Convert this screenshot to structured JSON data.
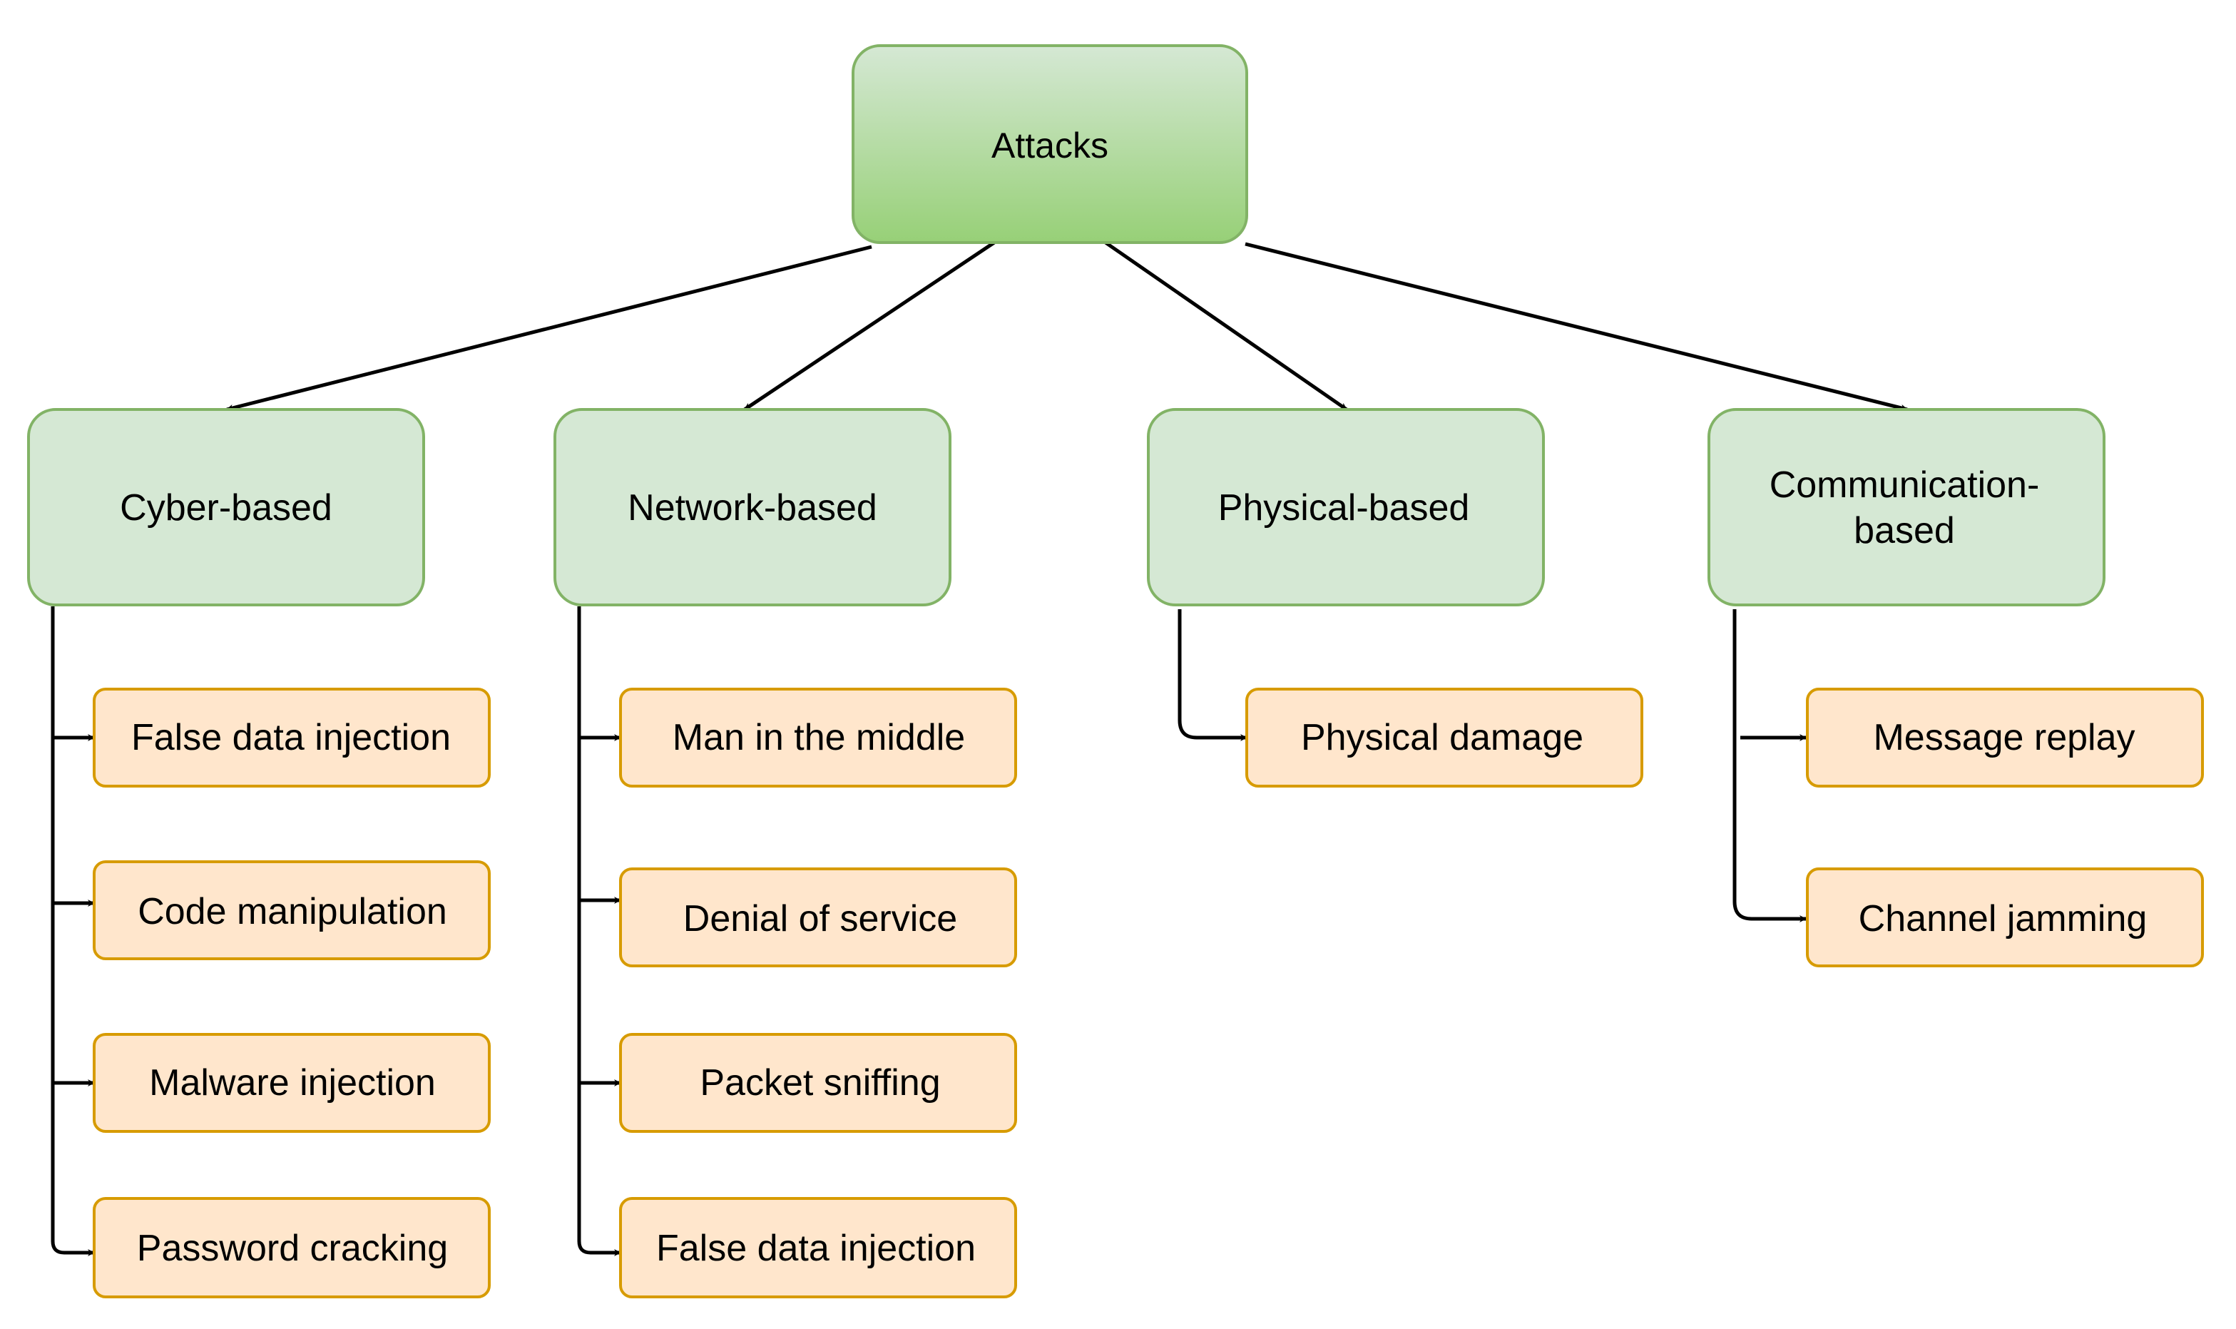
{
  "diagram": {
    "type": "tree",
    "root": {
      "label": "Attacks"
    },
    "categories": [
      {
        "label_lines": [
          "Cyber-based"
        ],
        "children": [
          "False data injection",
          "Code manipulation",
          "Malware injection",
          "Password cracking"
        ]
      },
      {
        "label_lines": [
          "Network-based"
        ],
        "children": [
          "Man in the middle",
          "Denial of service",
          "Packet sniffing",
          "False data injection"
        ]
      },
      {
        "label_lines": [
          "Physical-based"
        ],
        "children": [
          "Physical damage"
        ]
      },
      {
        "label_lines": [
          "Communication-",
          "based"
        ],
        "children": [
          "Message replay",
          "Channel jamming"
        ]
      }
    ]
  },
  "colors": {
    "root_fill_top": "#d5e8d4",
    "root_fill_bottom": "#97d077",
    "root_stroke": "#82b366",
    "category_fill": "#d5e8d4",
    "category_stroke": "#82b366",
    "leaf_fill": "#ffe6cc",
    "leaf_stroke": "#d79b00",
    "edge": "#000000"
  }
}
